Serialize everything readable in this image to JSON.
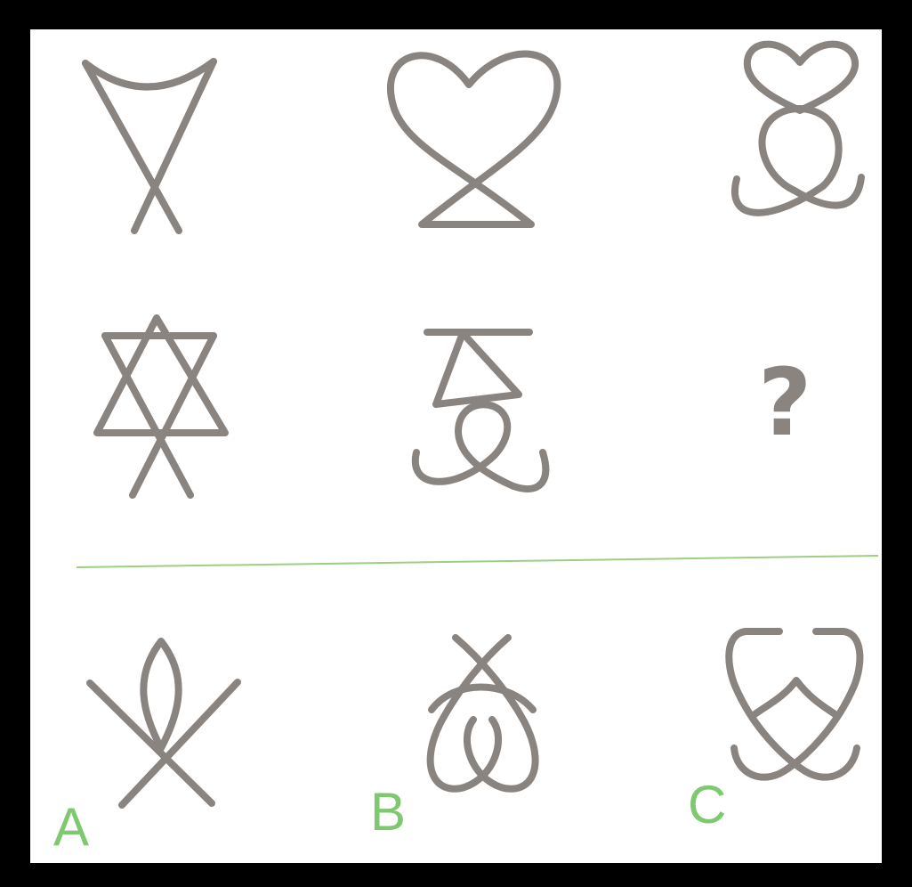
{
  "puzzle": {
    "missing_mark": "?",
    "colors": {
      "frame": "#000000",
      "background": "#ffffff",
      "glyph": "#8a8481",
      "option_label": "#7ec86f",
      "divider": "#9bd080"
    },
    "options": [
      {
        "label": "A"
      },
      {
        "label": "B"
      },
      {
        "label": "C"
      }
    ]
  }
}
